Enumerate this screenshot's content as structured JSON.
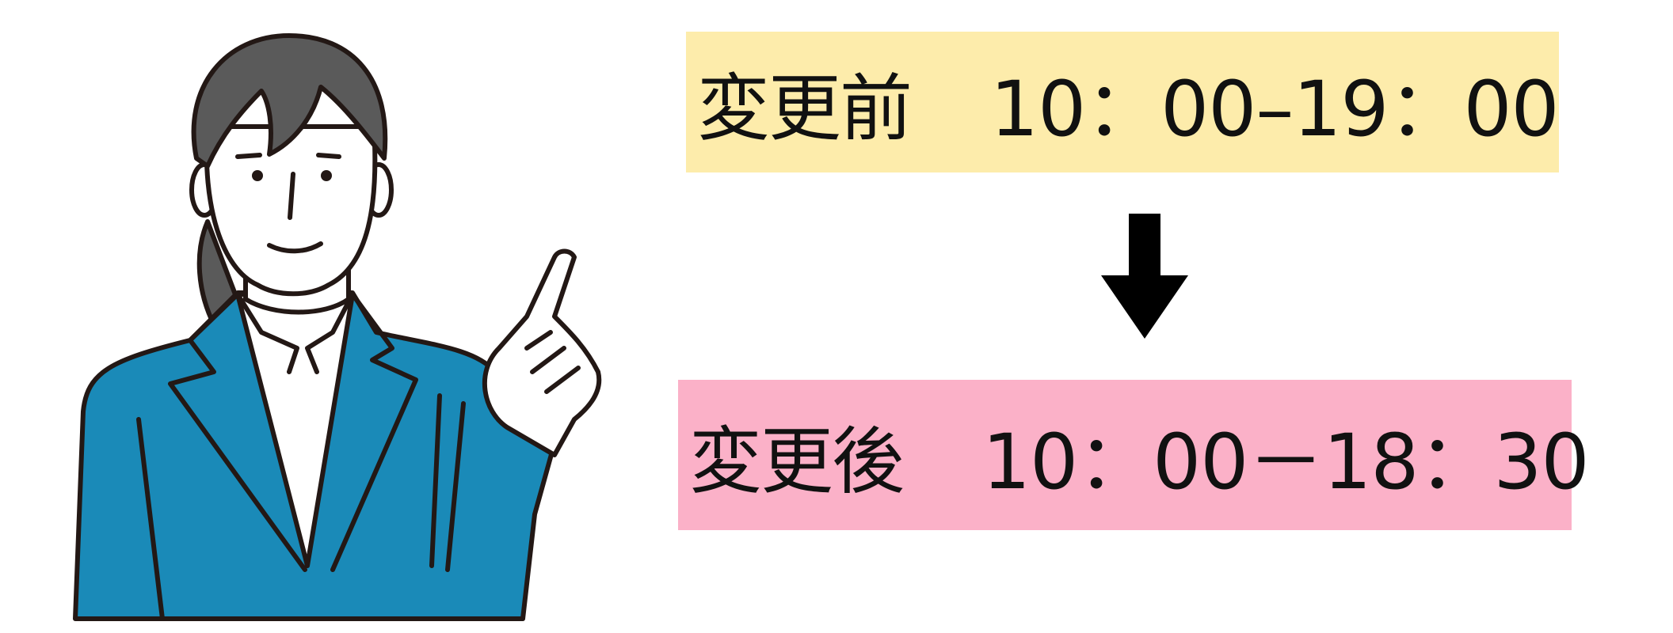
{
  "before": {
    "label": "変更前",
    "time": "10：00–19：00",
    "color": "#fdecab"
  },
  "after": {
    "label": "変更後",
    "time": "10：00－18：30",
    "color": "#fbb1c8"
  },
  "colors": {
    "jacket": "#1a8ab8",
    "hair": "#5a5a5a",
    "outline": "#231815",
    "arrow": "#000000"
  },
  "icons": {
    "arrow": "down-arrow-icon",
    "figure": "businesswoman-pointing-illustration"
  }
}
